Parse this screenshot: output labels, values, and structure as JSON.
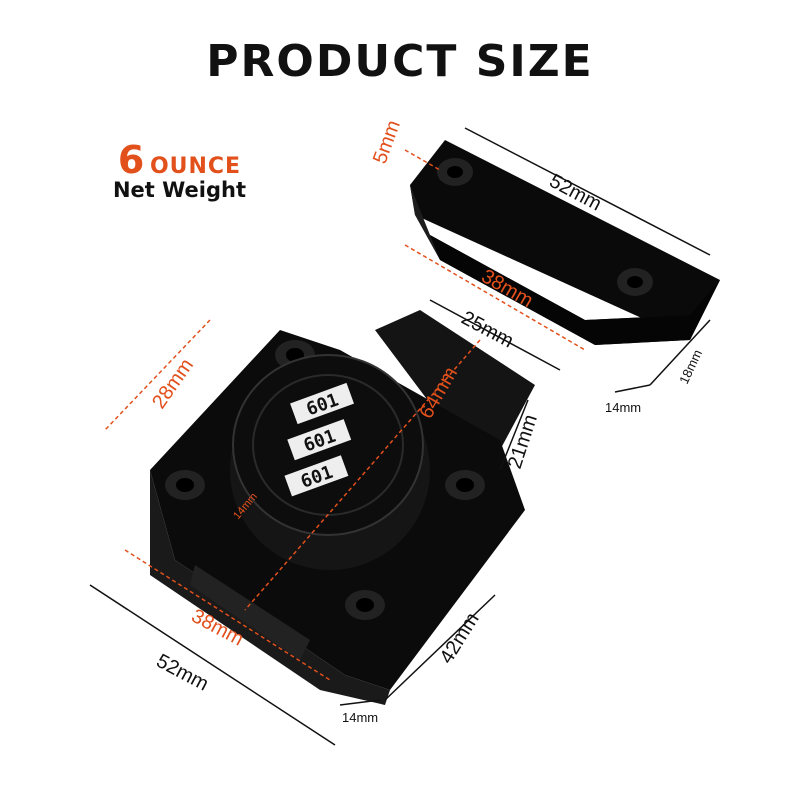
{
  "title": "PRODUCT SIZE",
  "weight": {
    "number": "6",
    "unit": "OUNCE",
    "label": "Net Weight"
  },
  "colors": {
    "accent": "#e2501c",
    "text": "#111111",
    "product": "#0c0c0c"
  },
  "dial_digits": [
    "601",
    "601",
    "601"
  ],
  "dimensions": {
    "strike_length": "52mm",
    "strike_hole_spacing": "38mm",
    "strike_hole_offset": "5mm",
    "strike_width": "18mm",
    "strike_depth": "14mm",
    "bolt_length": "25mm",
    "bolt_width": "21mm",
    "dial_diameter": "64mm",
    "body_hole_spacing_side": "28mm",
    "dial_height": "14mm",
    "body_hole_spacing": "38mm",
    "body_length": "52mm",
    "body_width": "42mm",
    "body_depth": "14mm"
  }
}
